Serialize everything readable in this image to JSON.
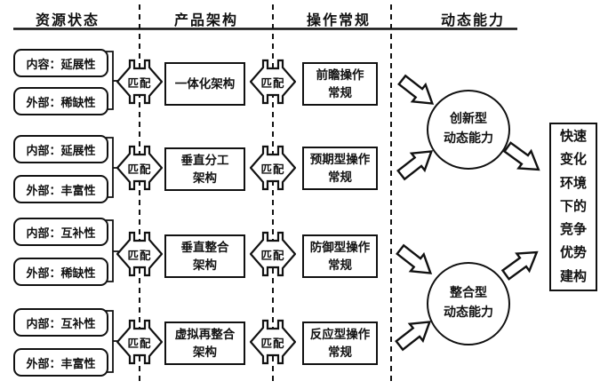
{
  "figure": {
    "headers": [
      "资源状态",
      "产品架构",
      "操作常规",
      "动态能力"
    ],
    "match_label": "匹配",
    "rows": [
      {
        "resource_top": "内容：延展性",
        "resource_bottom": "外部：稀缺性",
        "architecture_l1": "一体化架构",
        "architecture_l2": "",
        "routine_l1": "前瞻操作",
        "routine_l2": "常规"
      },
      {
        "resource_top": "内部：延展性",
        "resource_bottom": "外部：丰富性",
        "architecture_l1": "垂直分工",
        "architecture_l2": "架构",
        "routine_l1": "预期型操作",
        "routine_l2": "常规"
      },
      {
        "resource_top": "内部：互补性",
        "resource_bottom": "外部：稀缺性",
        "architecture_l1": "垂直整合",
        "architecture_l2": "架构",
        "routine_l1": "防御型操作",
        "routine_l2": "常规"
      },
      {
        "resource_top": "内部：互补性",
        "resource_bottom": "外部：丰富性",
        "architecture_l1": "虚拟再整合",
        "architecture_l2": "架构",
        "routine_l1": "反应型操作",
        "routine_l2": "常规"
      }
    ],
    "capabilities": {
      "innovative_l1": "创新型",
      "innovative_l2": "动态能力",
      "integrative_l1": "整合型",
      "integrative_l2": "动态能力"
    },
    "outcome": "快速变化环境下的竞争优势建构",
    "colors": {
      "stroke": "#111111",
      "background": "#ffffff"
    }
  }
}
